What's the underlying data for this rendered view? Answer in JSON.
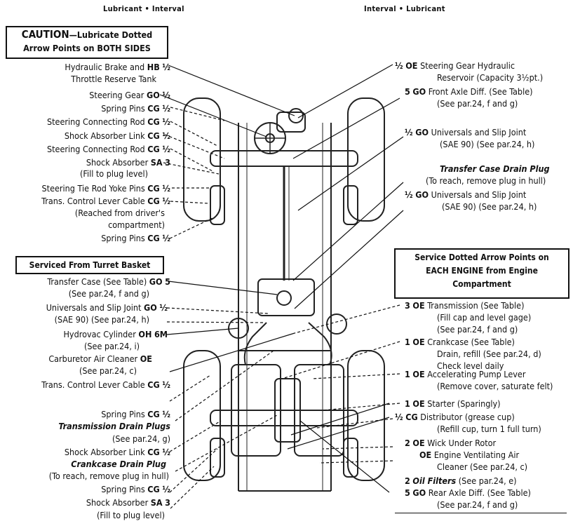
{
  "header": {
    "left": "Lubricant • Interval",
    "right": "Interval • Lubricant"
  },
  "boxes": {
    "caution_bold": "CAUTION",
    "caution_rest": "—Lubricate Dotted",
    "caution_line2": "Arrow Points on BOTH SIDES",
    "turret": "Serviced From Turret Basket",
    "engine_line1": "Service Dotted Arrow Points on",
    "engine_line2": "EACH ENGINE from Engine",
    "engine_line3": "Compartment"
  },
  "left_labels": [
    {
      "text": "Hydraulic Brake and",
      "lub": "HB",
      "int": "½"
    },
    {
      "text": "Throttle Reserve Tank",
      "lub": "",
      "int": ""
    },
    {
      "text": "Steering Gear",
      "lub": "GO",
      "int": "½"
    },
    {
      "text": "Spring Pins",
      "lub": "CG",
      "int": "½"
    },
    {
      "text": "Steering Connecting Rod",
      "lub": "CG",
      "int": "½"
    },
    {
      "text": "Shock Absorber Link",
      "lub": "CG",
      "int": "½"
    },
    {
      "text": "Steering Connecting Rod",
      "lub": "CG",
      "int": "½"
    },
    {
      "text": "Shock Absorber",
      "lub": "SA",
      "int": "3"
    },
    {
      "text": "(Fill to plug level)",
      "lub": "",
      "int": ""
    },
    {
      "text": "Steering Tie Rod Yoke Pins",
      "lub": "CG",
      "int": "½"
    },
    {
      "text": "Trans. Control Lever Cable",
      "lub": "CG",
      "int": "½"
    },
    {
      "text": "(Reached from driver's",
      "lub": "",
      "int": ""
    },
    {
      "text": "compartment)",
      "lub": "",
      "int": ""
    },
    {
      "text": "Spring Pins",
      "lub": "CG",
      "int": "½"
    },
    {
      "text": "Transfer Case (See Table)",
      "lub": "GO",
      "int": "5"
    },
    {
      "text": "(See par.24, f and g)",
      "lub": "",
      "int": ""
    },
    {
      "text": "Universals and Slip Joint",
      "lub": "GO",
      "int": "½"
    },
    {
      "text": "(SAE 90) (See par.24, h)",
      "lub": "",
      "int": ""
    },
    {
      "text": "Hydrovac Cylinder",
      "lub": "OH",
      "int": "6M"
    },
    {
      "text": "(See par.24, i)",
      "lub": "",
      "int": ""
    },
    {
      "text": "Carburetor Air Cleaner",
      "lub": "OE",
      "int": ""
    },
    {
      "text": "(See par.24, c)",
      "lub": "",
      "int": ""
    },
    {
      "text": "Trans. Control Lever Cable",
      "lub": "CG",
      "int": "½"
    },
    {
      "text": "Spring Pins",
      "lub": "CG",
      "int": "½"
    },
    {
      "text": "Transmission Drain Plugs",
      "lub": "",
      "int": ""
    },
    {
      "text": "(See par.24, g)",
      "lub": "",
      "int": ""
    },
    {
      "text": "Shock Absorber Link",
      "lub": "CG",
      "int": "½"
    },
    {
      "text": "Crankcase Drain Plug",
      "lub": "",
      "int": ""
    },
    {
      "text": "(To reach, remove plug in hull)",
      "lub": "",
      "int": ""
    },
    {
      "text": "Spring Pins",
      "lub": "CG",
      "int": "½"
    },
    {
      "text": "Shock Absorber",
      "lub": "SA",
      "int": "3"
    },
    {
      "text": "(Fill to plug level)",
      "lub": "",
      "int": ""
    }
  ],
  "right_labels": [
    {
      "int": "½",
      "lub": "OE",
      "text": "Steering Gear Hydraulic"
    },
    {
      "int": "",
      "lub": "",
      "text": "Reservoir (Capacity 3½pt.)"
    },
    {
      "int": "5",
      "lub": "GO",
      "text": "Front Axle Diff. (See Table)"
    },
    {
      "int": "",
      "lub": "",
      "text": "(See par.24, f and g)"
    },
    {
      "int": "½",
      "lub": "GO",
      "text": "Universals and Slip Joint"
    },
    {
      "int": "",
      "lub": "",
      "text": "(SAE 90) (See par.24, h)"
    },
    {
      "int": "",
      "lub": "",
      "text": "Transfer Case Drain Plug"
    },
    {
      "int": "",
      "lub": "",
      "text": "(To reach, remove plug in hull)"
    },
    {
      "int": "½",
      "lub": "GO",
      "text": "Universals and Slip Joint"
    },
    {
      "int": "",
      "lub": "",
      "text": "(SAE 90) (See par.24, h)"
    },
    {
      "int": "3",
      "lub": "OE",
      "text": "Transmission (See Table)"
    },
    {
      "int": "",
      "lub": "",
      "text": "(Fill cap and level gage)"
    },
    {
      "int": "",
      "lub": "",
      "text": "(See par.24, f and g)"
    },
    {
      "int": "1",
      "lub": "OE",
      "text": "Crankcase (See Table)"
    },
    {
      "int": "",
      "lub": "",
      "text": "Drain, refill (See par.24, d)"
    },
    {
      "int": "",
      "lub": "",
      "text": "Check level daily"
    },
    {
      "int": "1",
      "lub": "OE",
      "text": "Accelerating Pump Lever"
    },
    {
      "int": "",
      "lub": "",
      "text": "(Remove cover, saturate felt)"
    },
    {
      "int": "1",
      "lub": "OE",
      "text": "Starter (Sparingly)"
    },
    {
      "int": "½",
      "lub": "CG",
      "text": "Distributor (grease cup)"
    },
    {
      "int": "",
      "lub": "",
      "text": "(Refill cup, turn 1 full turn)"
    },
    {
      "int": "2",
      "lub": "OE",
      "text": "Wick Under Rotor"
    },
    {
      "int": "",
      "lub": "OE",
      "text": "Engine Ventilating Air"
    },
    {
      "int": "",
      "lub": "",
      "text": "Cleaner (See par.24, c)"
    },
    {
      "int": "2",
      "lub": "",
      "text": "Oil Filters"
    },
    {
      "int": "",
      "lub": "",
      "text": " (See par.24, e)"
    },
    {
      "int": "5",
      "lub": "GO",
      "text": "Rear Axle Diff. (See Table)"
    },
    {
      "int": "",
      "lub": "",
      "text": "(See par.24, f and g)"
    }
  ]
}
